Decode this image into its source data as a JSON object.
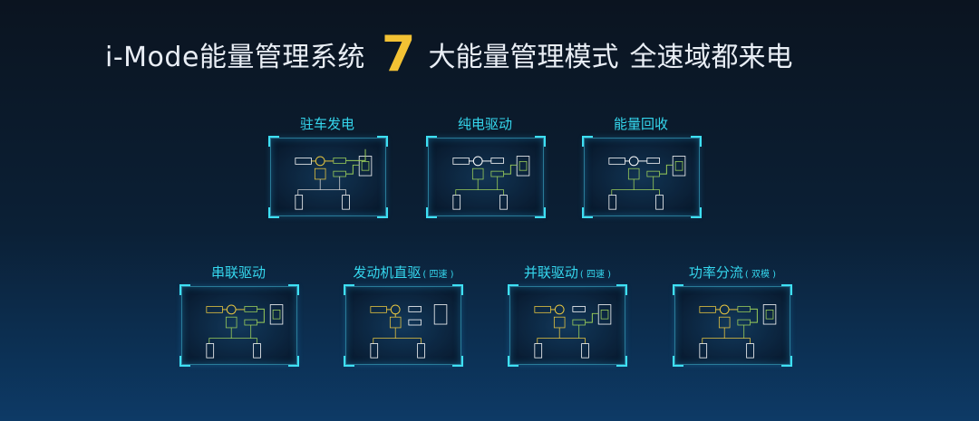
{
  "header": {
    "title_prefix": "i-Mode能量管理系统",
    "mode_count": "7",
    "title_middle": "大能量管理模式",
    "title_suffix": "全速域都来电"
  },
  "modes": [
    {
      "name": "驻车发电",
      "note": ""
    },
    {
      "name": "纯电驱动",
      "note": ""
    },
    {
      "name": "能量回收",
      "note": ""
    },
    {
      "name": "串联驱动",
      "note": ""
    },
    {
      "name": "发动机直驱",
      "note": "( 四速 )"
    },
    {
      "name": "并联驱动",
      "note": "( 四速 )"
    },
    {
      "name": "功率分流",
      "note": "( 双模 )"
    }
  ],
  "colors": {
    "accent_yellow": "#f3c234",
    "label_cyan": "#35d7ee",
    "frame_cyan": "#3ee0f4"
  }
}
